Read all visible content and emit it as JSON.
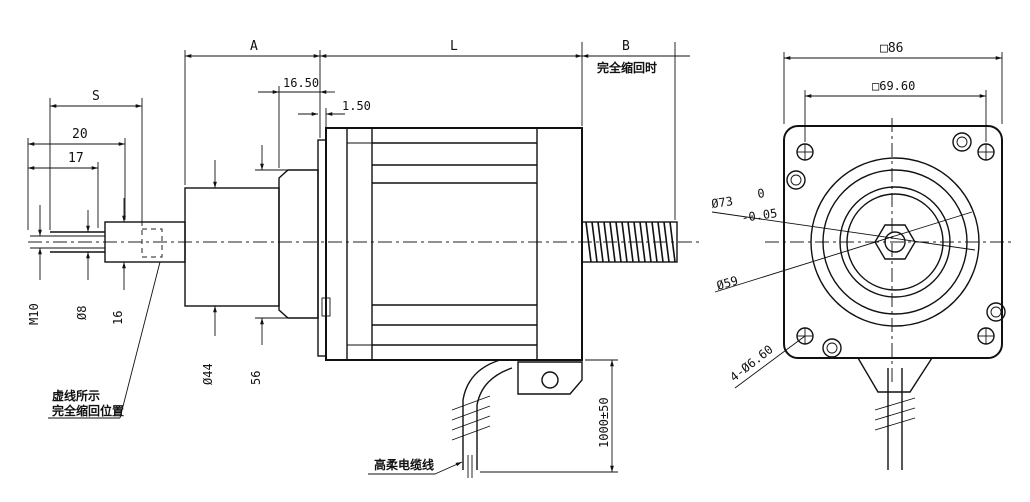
{
  "side_view": {
    "dims": {
      "A": "A",
      "L": "L",
      "B": "B",
      "S": "S",
      "d20": "20",
      "d17": "17",
      "d16_50": "16.50",
      "d1_50": "1.50",
      "M10": "M10",
      "phi8": "Ø8",
      "d16": "16",
      "phi44": "Ø44",
      "d56": "56",
      "cable_len": "1000±50"
    },
    "notes": {
      "retracted_full": "完全缩回时",
      "dashed_shows": "虚线所示",
      "retracted_position": "完全缩回位置",
      "cable": "高柔电缆线"
    }
  },
  "end_view": {
    "dims": {
      "sq86": "□86",
      "sq69_60": "□69.60",
      "phi73": "Ø73",
      "tol_upper": "0",
      "tol_lower": "-0.05",
      "phi59": "Ø59",
      "holes": "4-Ø6.60"
    }
  }
}
